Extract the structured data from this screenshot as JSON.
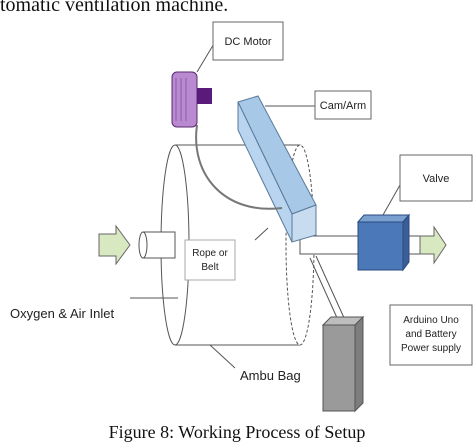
{
  "header_text": "tomatic ventilation machine.",
  "caption": "Figure 8: Working Process of Setup",
  "labels": {
    "dc_motor": "DC Motor",
    "cam_arm": "Cam/Arm",
    "valve": "Valve",
    "rope_line1": "Rope or",
    "rope_line2": "Belt",
    "oxygen_inlet": "Oxygen & Air Inlet",
    "arduino_line1": "Arduino Uno",
    "arduino_line2": "and Battery",
    "arduino_line3": "Power supply",
    "ambu_bag": "Ambu Bag"
  },
  "colors": {
    "motor": "#b98ad0",
    "motor_shaft": "#5a1a7a",
    "cam_arm": "#a8c8e8",
    "valve": "#4a78b8",
    "arrow": "#d8e8c0",
    "battery": "#9a9a9a",
    "line": "#555555"
  }
}
